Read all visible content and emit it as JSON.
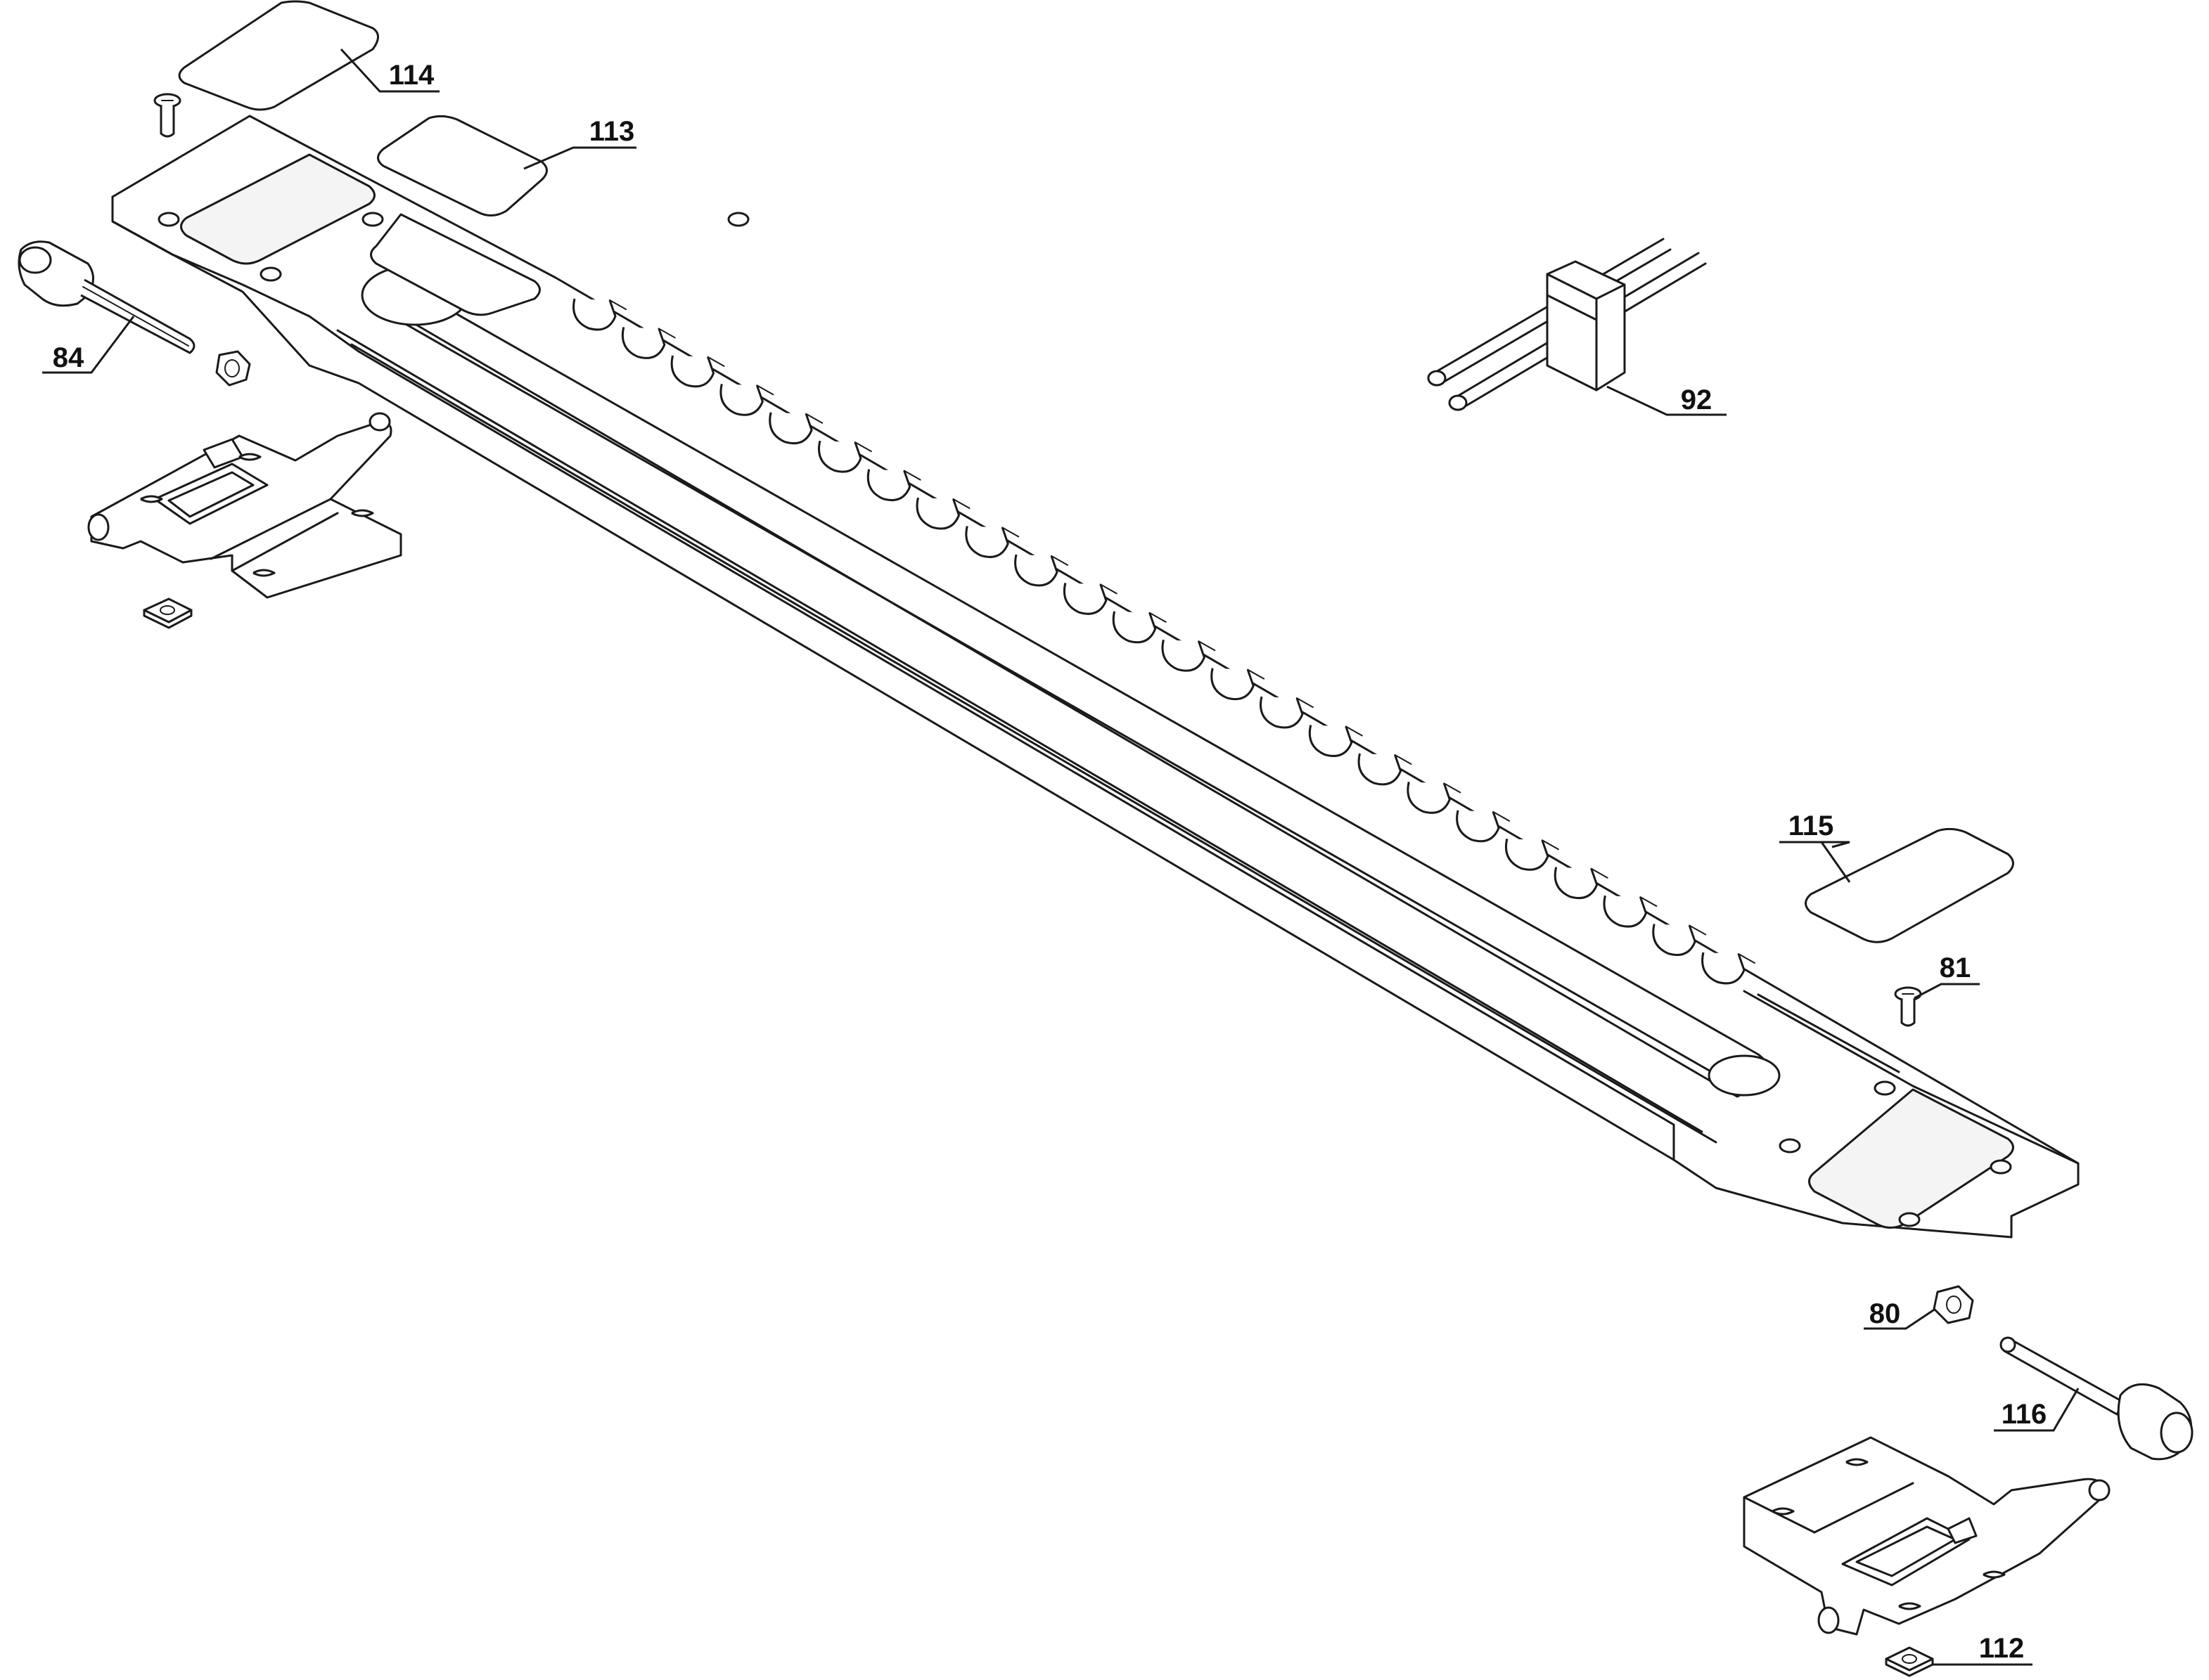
{
  "diagram": {
    "callouts": [
      {
        "id": "label-114",
        "text": "114"
      },
      {
        "id": "label-113",
        "text": "113"
      },
      {
        "id": "label-84",
        "text": "84"
      },
      {
        "id": "label-92",
        "text": "92"
      },
      {
        "id": "label-115",
        "text": "115"
      },
      {
        "id": "label-81",
        "text": "81"
      },
      {
        "id": "label-80",
        "text": "80"
      },
      {
        "id": "label-116",
        "text": "116"
      },
      {
        "id": "label-112",
        "text": "112"
      }
    ]
  }
}
